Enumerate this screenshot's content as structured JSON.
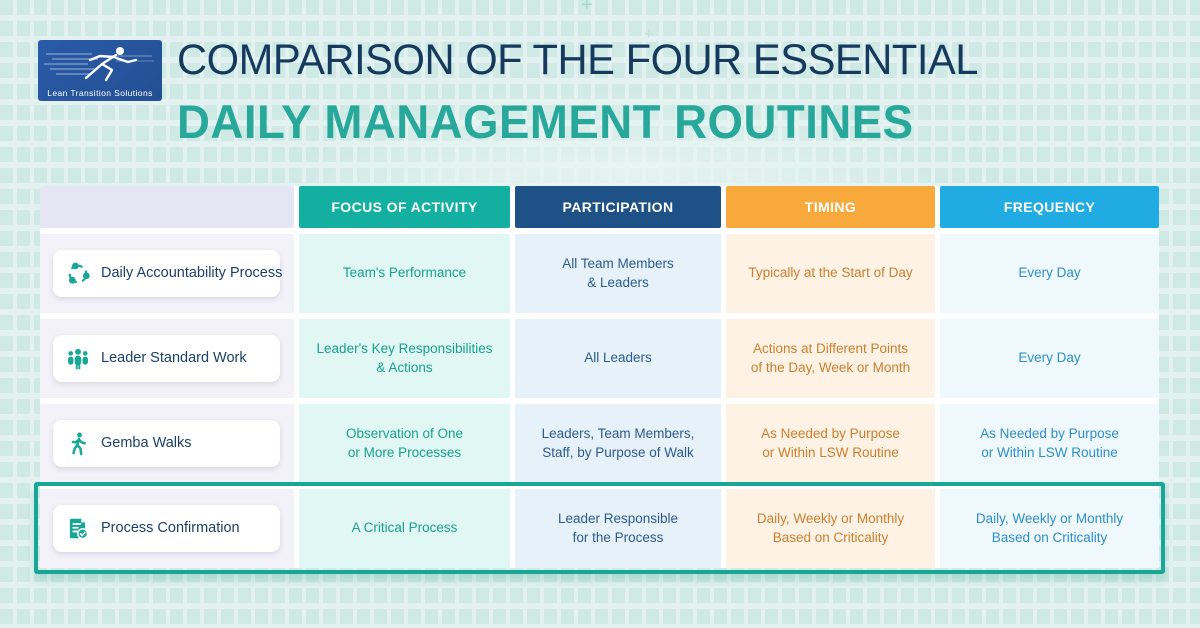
{
  "logo": {
    "caption": "Lean Transition Solutions",
    "bg_color": "#2a5ba9"
  },
  "header": {
    "title_line1": "COMPARISON OF THE FOUR ESSENTIAL",
    "title_line2": "DAILY MANAGEMENT ROUTINES",
    "title_line1_color": "#16395e",
    "title_line2_color": "#27a89b"
  },
  "table": {
    "columns": [
      {
        "label": "",
        "color": "#e6e5f3"
      },
      {
        "label": "FOCUS OF ACTIVITY",
        "color": "#13b0a1"
      },
      {
        "label": "PARTICIPATION",
        "color": "#1e5286"
      },
      {
        "label": "TIMING",
        "color": "#f8a93b"
      },
      {
        "label": "FREQUENCY",
        "color": "#20abe2"
      }
    ],
    "cell_text_colors": {
      "focus": "#18a090",
      "participation": "#2b5c8f",
      "timing": "#cd7f2e",
      "frequency": "#2d8fc9"
    },
    "rows": [
      {
        "icon": "cycle-icon",
        "label": "Daily Accountability Process",
        "focus": "Team's Performance",
        "participation": "All Team Members\n& Leaders",
        "timing": "Typically at the Start of Day",
        "frequency": "Every Day",
        "highlighted": false
      },
      {
        "icon": "people-group-icon",
        "label": "Leader Standard Work",
        "focus": "Leader's Key Responsibilities\n& Actions",
        "participation": "All Leaders",
        "timing": "Actions at Different Points\nof the Day, Week or Month",
        "frequency": "Every Day",
        "highlighted": false
      },
      {
        "icon": "walking-person-icon",
        "label": "Gemba Walks",
        "focus": "Observation of One\nor More Processes",
        "participation": "Leaders, Team Members,\nStaff, by Purpose of Walk",
        "timing": "As Needed by Purpose\nor Within LSW Routine",
        "frequency": "As Needed by Purpose\nor Within LSW Routine",
        "highlighted": false
      },
      {
        "icon": "document-check-icon",
        "label": "Process Confirmation",
        "focus": "A Critical Process",
        "participation": "Leader Responsible\nfor the Process",
        "timing": "Daily, Weekly or Monthly\nBased on Criticality",
        "frequency": "Daily, Weekly or Monthly\nBased on Criticality",
        "highlighted": true
      }
    ],
    "highlight_color": "#18a796",
    "icon_color": "#16a796"
  }
}
